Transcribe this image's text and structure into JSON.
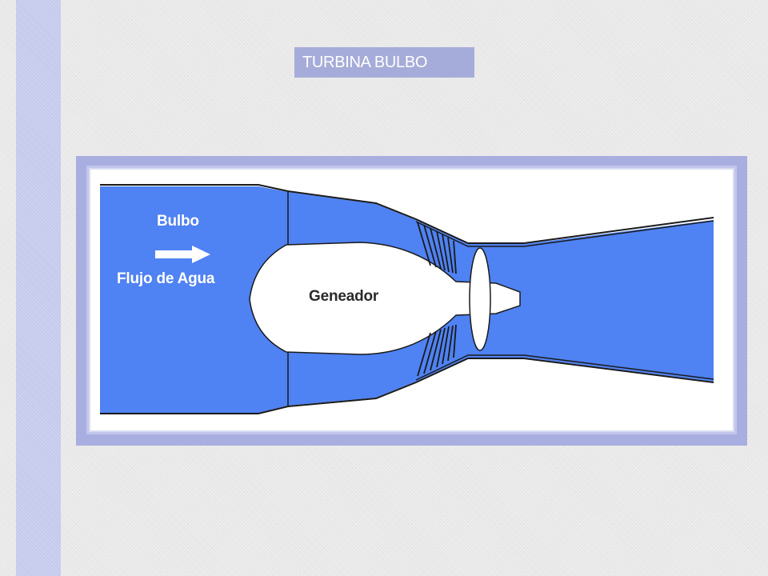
{
  "title": "TURBINA BULBO",
  "diagram": {
    "labels": {
      "bulbo": "Bulbo",
      "flujo": "Flujo de Agua",
      "generador": "Geneador"
    }
  },
  "colors": {
    "water": "#4f82f2",
    "frame": "#a9aee0",
    "stripe": "#c3c9ec",
    "title_bg": "#a6acd9"
  },
  "icons": [
    "arrow-right-icon",
    "runner-blades-icon"
  ]
}
